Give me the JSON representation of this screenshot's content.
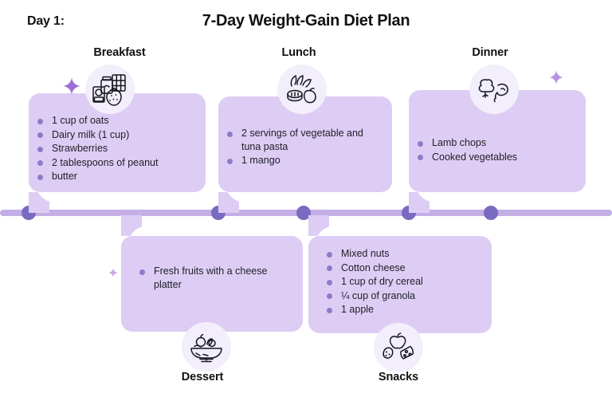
{
  "header": {
    "day_label": "Day 1:",
    "title": "7-Day Weight-Gain Diet Plan"
  },
  "colors": {
    "card_background": "#ddcdf4",
    "timeline_line": "#c3aee6",
    "timeline_dot": "#7a6ac0",
    "bullet": "#8b7bc8",
    "icon_bubble": "#f3eefb",
    "text": "#111114",
    "sparkle": "#9b6fd4",
    "page_background": "#ffffff"
  },
  "timeline": {
    "dots": [
      {
        "position": "breakfast-node"
      },
      {
        "position": "lunch-node"
      },
      {
        "position": "dessert-node"
      },
      {
        "position": "dinner-node"
      },
      {
        "position": "snacks-node"
      }
    ]
  },
  "meals": [
    {
      "id": "breakfast",
      "label": "Breakfast",
      "placement": "above",
      "icon": "oats-milk-strawberry-chocolate-icon",
      "items": [
        "1 cup of oats",
        "Dairy milk (1 cup)",
        "Strawberries",
        "2 tablespoons of peanut",
        "butter"
      ]
    },
    {
      "id": "lunch",
      "label": "Lunch",
      "placement": "above",
      "icon": "vegetable-tuna-pasta-icon",
      "items": [
        "2 servings of vegetable and tuna pasta",
        "1 mango"
      ]
    },
    {
      "id": "dinner",
      "label": "Dinner",
      "placement": "above",
      "icon": "lamb-chop-vegetables-icon",
      "items": [
        "Lamb chops",
        "Cooked vegetables"
      ]
    },
    {
      "id": "dessert",
      "label": "Dessert",
      "placement": "below",
      "icon": "fruit-cheese-platter-icon",
      "items": [
        "Fresh fruits with a cheese platter"
      ]
    },
    {
      "id": "snacks",
      "label": "Snacks",
      "placement": "below",
      "icon": "apple-cheese-cracker-icon",
      "items": [
        "Mixed nuts",
        "Cotton cheese",
        "1 cup of dry cereal",
        "¼ cup of granola",
        "1 apple"
      ]
    }
  ],
  "decorations": [
    {
      "name": "sparkle-left",
      "shape": "four-point-star"
    },
    {
      "name": "sparkle-right",
      "shape": "four-point-star"
    },
    {
      "name": "sparkle-bottom-left",
      "shape": "four-point-star"
    }
  ]
}
